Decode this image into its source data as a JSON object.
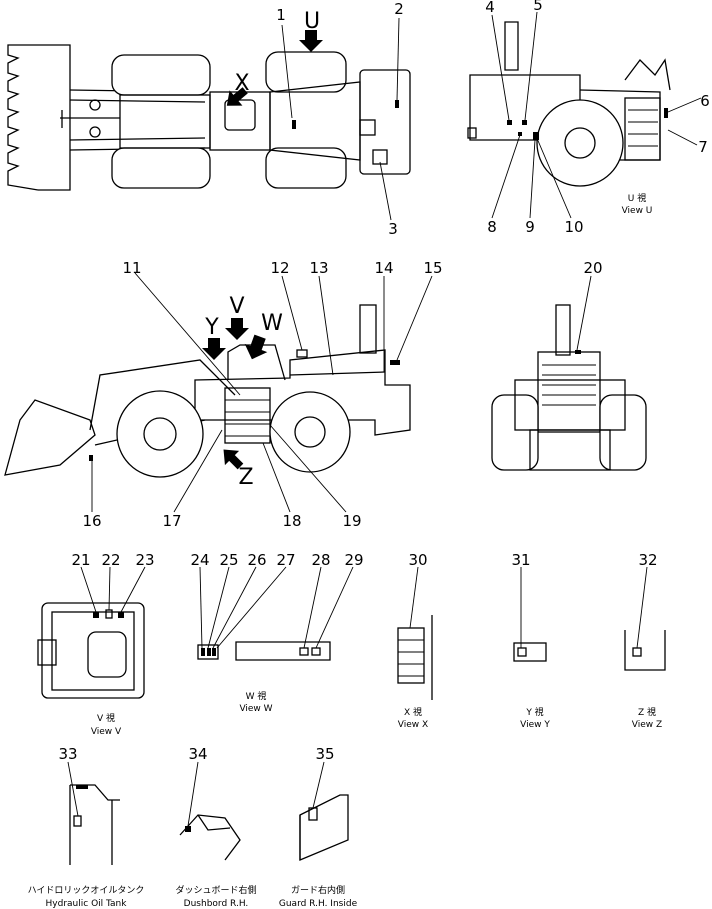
{
  "part_numbers": [
    "1",
    "2",
    "3",
    "4",
    "5",
    "6",
    "7",
    "8",
    "9",
    "10",
    "11",
    "12",
    "13",
    "14",
    "15",
    "16",
    "17",
    "18",
    "19",
    "20",
    "21",
    "22",
    "23",
    "24",
    "25",
    "26",
    "27",
    "28",
    "29",
    "30",
    "31",
    "32",
    "33",
    "34",
    "35"
  ],
  "view_arrows": {
    "u": "U",
    "x": "X",
    "y": "Y",
    "v": "V",
    "w": "W",
    "z": "Z"
  },
  "captions": {
    "view_u": {
      "jp": "U 視",
      "en": "View U"
    },
    "view_v": {
      "jp": "V 視",
      "en": "View V"
    },
    "view_w": {
      "jp": "W 視",
      "en": "View W"
    },
    "view_x": {
      "jp": "X 視",
      "en": "View X"
    },
    "view_y": {
      "jp": "Y 視",
      "en": "View Y"
    },
    "view_z": {
      "jp": "Z 視",
      "en": "View Z"
    },
    "hydraulic_tank": {
      "jp": "ハイドロリックオイルタンク",
      "en": "Hydraulic Oil Tank"
    },
    "dashboard": {
      "jp": "ダッシュボード右側",
      "en": "Dushbord R.H."
    },
    "guard": {
      "jp": "ガード右内側",
      "en": "Guard R.H. Inside"
    }
  }
}
